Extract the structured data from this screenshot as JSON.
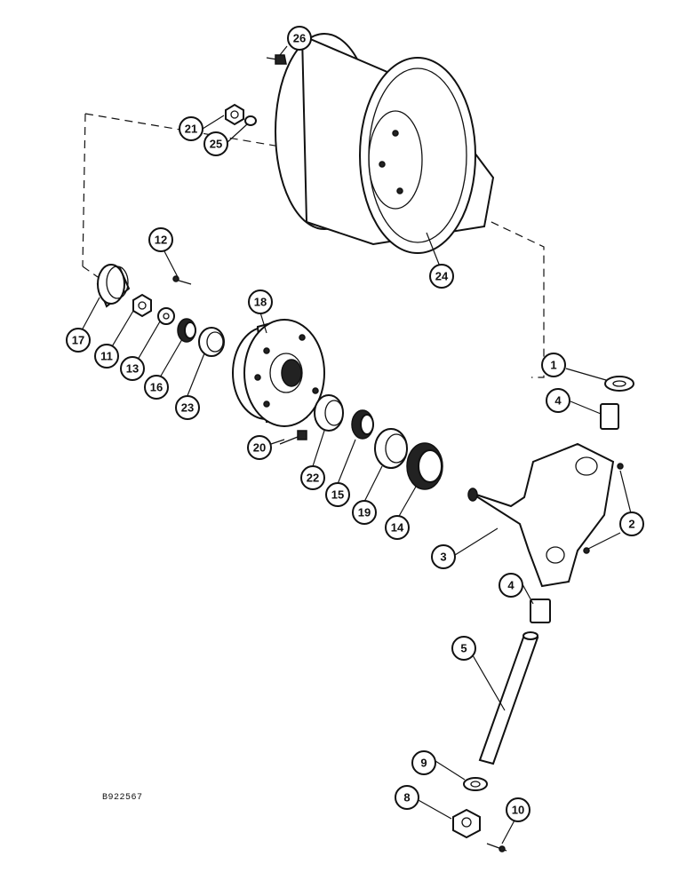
{
  "drawing_id": "B922567",
  "callouts": {
    "c1": "1",
    "c2": "2",
    "c3": "3",
    "c4a": "4",
    "c4b": "4",
    "c5": "5",
    "c8": "8",
    "c9": "9",
    "c10": "10",
    "c11": "11",
    "c12": "12",
    "c13": "13",
    "c14": "14",
    "c15": "15",
    "c16": "16",
    "c17": "17",
    "c18": "18",
    "c19": "19",
    "c20": "20",
    "c21": "21",
    "c22": "22",
    "c23": "23",
    "c24": "24",
    "c25": "25",
    "c26": "26"
  }
}
